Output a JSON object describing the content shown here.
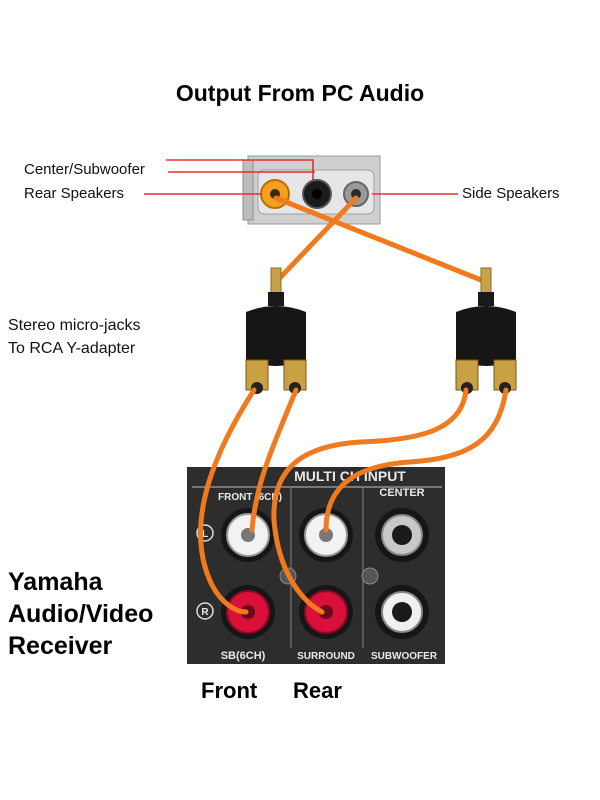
{
  "diagram": {
    "title": "Output From PC Audio",
    "pc_jacks": {
      "center_subwoofer": "Center/Subwoofer",
      "rear_speakers": "Rear Speakers",
      "side_speakers": "Side Speakers"
    },
    "adapter_label": [
      "Stereo micro-jacks",
      "To RCA Y-adapter"
    ],
    "receiver_label": [
      "Yamaha",
      "Audio/Video",
      "Receiver"
    ],
    "receiver_panel": {
      "heading": "MULTI CH INPUT",
      "col_front": "FRONT (6CH)",
      "col_center": "CENTER",
      "row_left": "L",
      "row_right": "R",
      "bottom_sb": "SB(6CH)",
      "bottom_surround": "SURROUND",
      "bottom_subwoofer": "SUBWOOFER"
    },
    "channel_labels": {
      "front": "Front",
      "rear": "Rear"
    },
    "colors": {
      "cable": "#f07a1e",
      "panel": "#2d2d2d",
      "red_jack": "#d8103a",
      "label_line": "#e03030"
    }
  }
}
